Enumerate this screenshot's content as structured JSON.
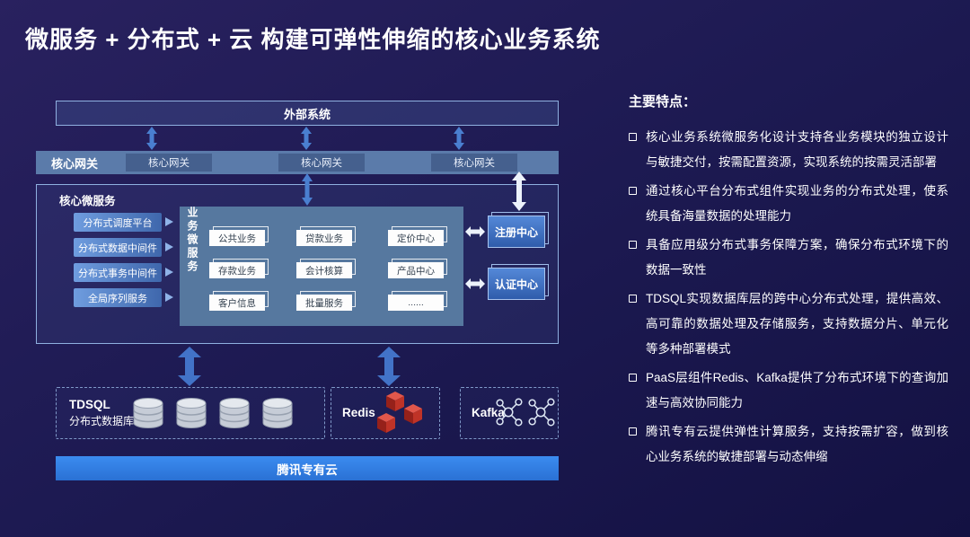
{
  "title": "微服务 + 分布式 + 云 构建可弹性伸缩的核心业务系统",
  "diagram": {
    "external_system": "外部系统",
    "gateway": {
      "label": "核心网关",
      "nodes": [
        "核心网关",
        "核心网关",
        "核心网关"
      ]
    },
    "core": {
      "label": "核心微服务",
      "middleware": [
        "分布式调度平台",
        "分布式数据中间件",
        "分布式事务中间件",
        "全局序列服务"
      ],
      "business_label": "业务微服务",
      "services": [
        "公共业务",
        "贷款业务",
        "定价中心",
        "存款业务",
        "会计核算",
        "产品中心",
        "客户信息",
        "批量服务",
        "......"
      ],
      "registry_center": "注册中心",
      "auth_center": "认证中心"
    },
    "infrastructure": {
      "tdsql_name": "TDSQL",
      "tdsql_desc": "分布式数据库",
      "redis_name": "Redis",
      "kafka_name": "Kafka"
    },
    "cloud_bar": "腾讯专有云"
  },
  "features": {
    "heading": "主要特点：",
    "items": [
      "核心业务系统微服务化设计支持各业务模块的独立设计与敏捷交付，按需配置资源，实现系统的按需灵活部署",
      "通过核心平台分布式组件实现业务的分布式处理，使系统具备海量数据的处理能力",
      "具备应用级分布式事务保障方案，确保分布式环境下的数据一致性",
      "TDSQL实现数据库层的跨中心分布式处理，提供高效、高可靠的数据处理及存储服务，支持数据分片、单元化等多种部署模式",
      "PaaS层组件Redis、Kafka提供了分布式环境下的查询加速与高效协同能力",
      "腾讯专有云提供弹性计算服务，支持按需扩容，做到核心业务系统的敏捷部署与动态伸缩"
    ]
  },
  "colors": {
    "background": "#1d1a52",
    "accent_blue": "#2e7de5",
    "arrow_blue": "#4273c8",
    "steel_blue_panel": "#56789f",
    "gateway_band": "#5b7baa",
    "redis_red": "#c9302c",
    "cylinder_gray": "#c6ccd7"
  }
}
